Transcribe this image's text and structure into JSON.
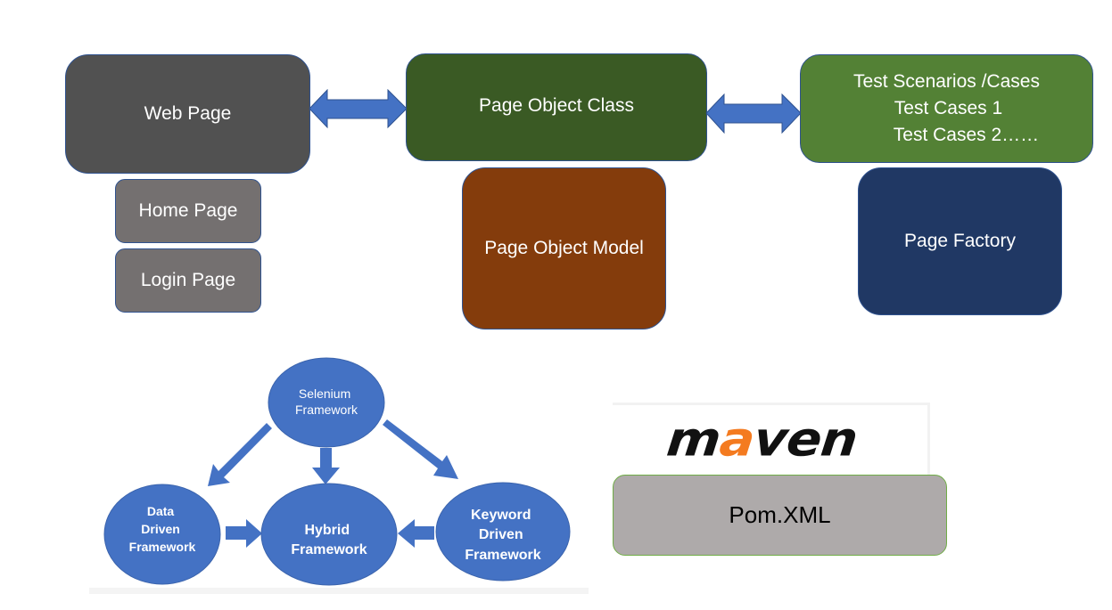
{
  "diagram": {
    "web_page": {
      "label": "Web Page",
      "color": "#515151"
    },
    "sub_pages": [
      {
        "label": "Home Page",
        "color": "#747070"
      },
      {
        "label": "Login Page",
        "color": "#747070"
      }
    ],
    "page_object_class": {
      "label": "Page Object Class",
      "color": "#3a5a24"
    },
    "page_object_model": {
      "label": "Page Object Model",
      "color": "#843c0c"
    },
    "test_scenarios": {
      "lines": [
        "Test Scenarios /Cases",
        "Test Cases 1",
        "Test Cases 2……"
      ],
      "color": "#538135"
    },
    "page_factory": {
      "label": "Page Factory",
      "color": "#203864"
    },
    "connector_color": "#4472c4"
  },
  "frameworks": {
    "selenium": [
      "Selenium",
      "Framework"
    ],
    "data_driven": [
      "Data",
      "Driven",
      "Framework"
    ],
    "hybrid": [
      "Hybrid",
      "Framework"
    ],
    "keyword_driven": [
      "Keyword",
      "Driven",
      "Framework"
    ],
    "color": "#4472c4"
  },
  "maven": {
    "logo_prefix": "m",
    "logo_accent": "a",
    "logo_suffix": "ven",
    "accent_color": "#f47b20",
    "pom_label": "Pom.XML"
  }
}
